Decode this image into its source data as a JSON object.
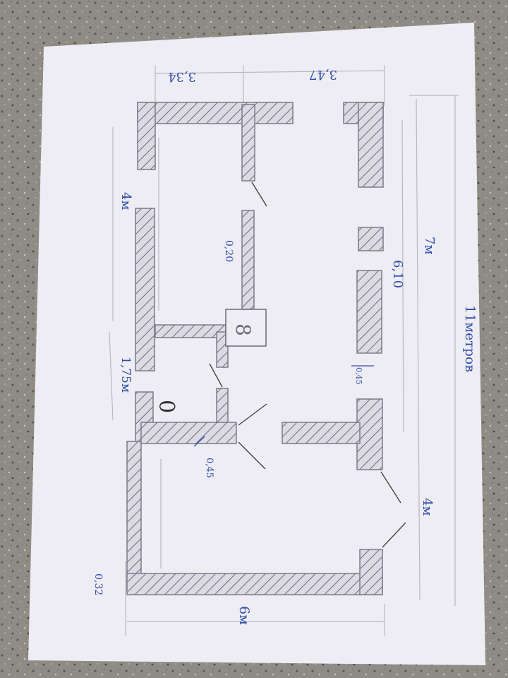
{
  "photo": {
    "subject": "hand-drawn floor plan on paper",
    "colors": {
      "countertop": "#8f8c85",
      "paper": "#efedf4",
      "pencil": "#b8b8c0",
      "ink": "#2f4fa8",
      "hatch": "#6a6a78"
    }
  },
  "labels": {
    "top_left_width": "3,34",
    "top_right_width": "3,47",
    "left_upper_depth": "4м",
    "wall_thickness_inner": "0,20",
    "left_lower_depth": "1,75м",
    "door_width": "0,45",
    "corridor_mark": "0,45",
    "room_depth_total": "7м",
    "room_depth_inner": "6,10",
    "lower_right_depth": "4м",
    "overall_length": "11метров",
    "wall_thickness_outer": "0,32",
    "overall_width": "6м",
    "stove_symbol": "8",
    "toilet_symbol": "0"
  }
}
